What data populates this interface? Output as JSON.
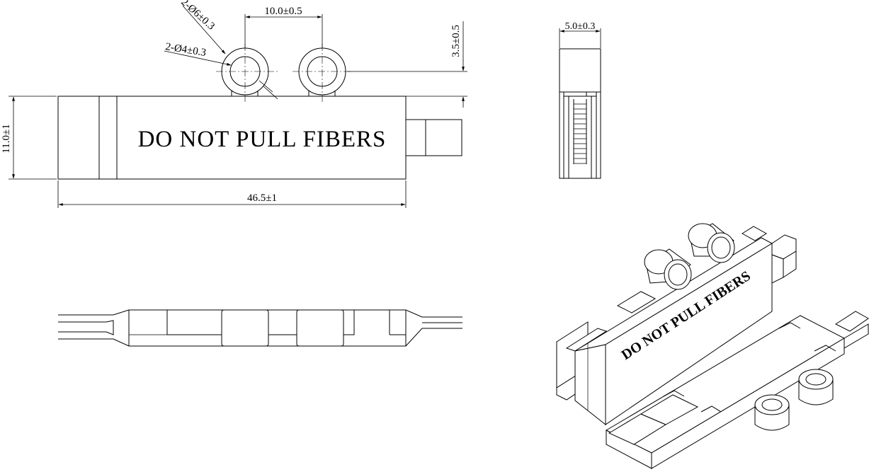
{
  "dimensions": {
    "outer_diameter": "2-Ø6±0.3",
    "inner_diameter": "2-Ø4±0.3",
    "hole_spacing": "10.0±0.5",
    "height_offset": "3.5±0.5",
    "body_height": "11.0±1",
    "body_length": "46.5±1",
    "side_width": "5.0±0.3"
  },
  "labels": {
    "body_text": "DO NOT PULL FIBERS",
    "iso_text": "DO NOT PULL FIBERS"
  },
  "colors": {
    "line": "#000000",
    "background": "#ffffff"
  }
}
